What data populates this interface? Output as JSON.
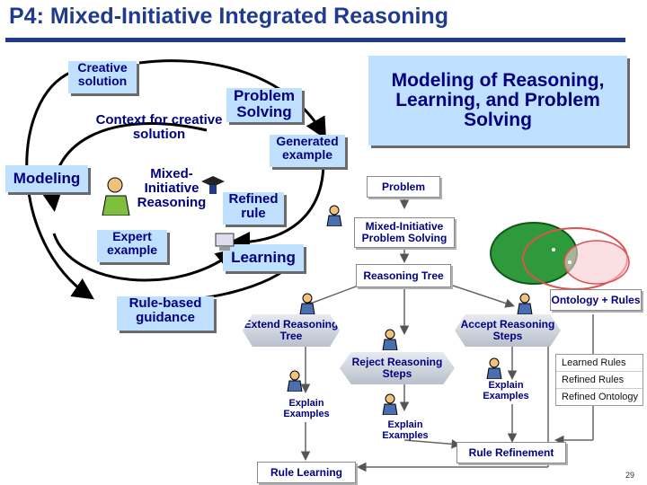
{
  "title": "P4: Mixed-Initiative Integrated Reasoning",
  "left_diagram": {
    "creative_solution": "Creative solution",
    "problem_solving": "Problem Solving",
    "context": "Context for creative solution",
    "generated_example": "Generated example",
    "modeling": "Modeling",
    "mixed_initiative": "Mixed-Initiative Reasoning",
    "refined_rule": "Refined rule",
    "expert_example": "Expert example",
    "learning": "Learning",
    "rule_guidance": "Rule-based guidance"
  },
  "headline": "Modeling of Reasoning, Learning, and Problem Solving",
  "right_diagram": {
    "problem": "Problem",
    "mips": "Mixed-Initiative Problem Solving",
    "reasoning_tree": "Reasoning Tree",
    "ontology_rules": "Ontology + Rules",
    "extend": "Extend Reasoning Tree",
    "accept": "Accept Reasoning Steps",
    "reject": "Reject Reasoning Steps",
    "learned_rules": "Learned Rules",
    "refined_rules": "Refined Rules",
    "refined_ontology": "Refined Ontology",
    "explain1": "Explain Examples",
    "explain2": "Explain Examples",
    "explain3": "Explain Examples",
    "rule_refinement": "Rule Refinement",
    "rule_learning": "Rule Learning"
  },
  "page_number": "29",
  "colors": {
    "title": "#1f3b8f",
    "callout_bg": "#bfe0ff",
    "text": "#000080",
    "green": "#2e9a3c",
    "red_oval": "#e05050"
  }
}
